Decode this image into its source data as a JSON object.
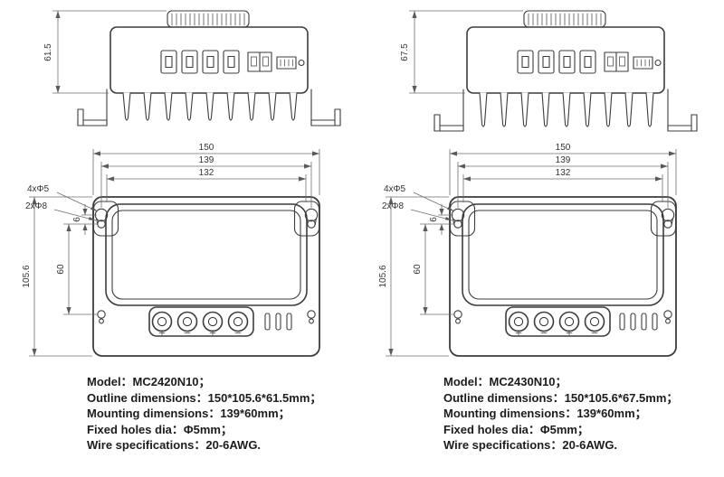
{
  "left": {
    "top": {
      "height": "61.5"
    },
    "front": {
      "w_outer": "150",
      "w_mount": "139",
      "w_inner": "132",
      "h_outer": "105.6",
      "h_mount": "60",
      "h_offset": "6",
      "holes_small": "4xΦ5",
      "holes_large": "2xΦ8"
    },
    "specs": [
      "Model：MC2420N10；",
      "Outline dimensions：150*105.6*61.5mm；",
      "Mounting dimensions：139*60mm；",
      "Fixed holes dia：Φ5mm；",
      "Wire specifications：20-6AWG."
    ]
  },
  "right": {
    "top": {
      "height": "67.5"
    },
    "front": {
      "w_outer": "150",
      "w_mount": "139",
      "w_inner": "132",
      "h_outer": "105.6",
      "h_mount": "60",
      "h_offset": "6",
      "holes_small": "4xΦ5",
      "holes_large": "2xΦ8"
    },
    "specs": [
      "Model：MC2430N10；",
      "Outline dimensions：150*105.6*67.5mm；",
      "Mounting dimensions：139*60mm；",
      "Fixed holes dia：Φ5mm；",
      "Wire specifications：20-6AWG."
    ]
  }
}
